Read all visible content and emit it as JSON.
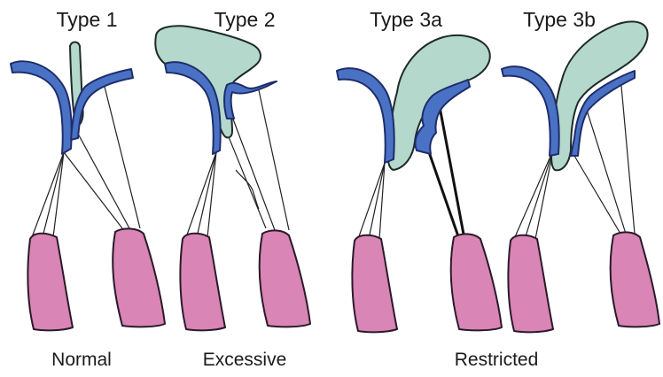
{
  "figure": {
    "types": [
      {
        "id": "type1",
        "label": "Type 1"
      },
      {
        "id": "type2",
        "label": "Type 2"
      },
      {
        "id": "type3a",
        "label": "Type 3a"
      },
      {
        "id": "type3b",
        "label": "Type 3b"
      }
    ],
    "categories": [
      {
        "id": "normal",
        "label": "Normal"
      },
      {
        "id": "excessive",
        "label": "Excessive"
      },
      {
        "id": "restricted",
        "label": "Restricted"
      }
    ]
  },
  "colors": {
    "leaflet": "#4a72c4",
    "prolapse_tissue": "#b4d8cb",
    "papillary_muscle": "#d985b5",
    "chordae": "#222222",
    "background": "#ffffff"
  }
}
